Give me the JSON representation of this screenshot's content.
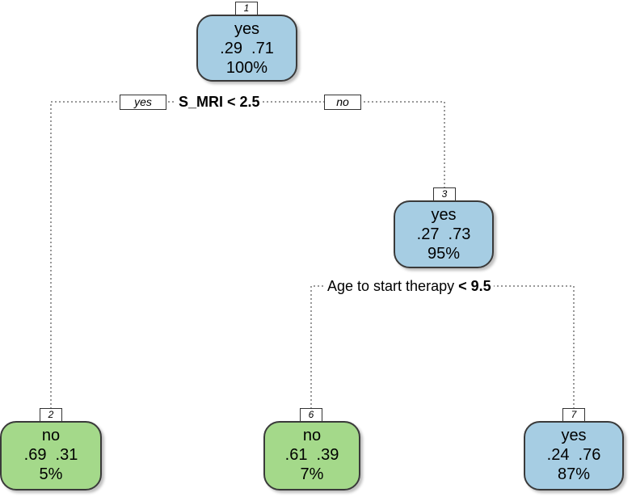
{
  "nodes": {
    "n1": {
      "id": "1",
      "label": "yes",
      "probs": ".29  .71",
      "pct": "100%",
      "color": "#a6cde3"
    },
    "n2": {
      "id": "2",
      "label": "no",
      "probs": ".69  .31",
      "pct": "5%",
      "color": "#a4d98a"
    },
    "n3": {
      "id": "3",
      "label": "yes",
      "probs": ".27  .73",
      "pct": "95%",
      "color": "#a6cde3"
    },
    "n6": {
      "id": "6",
      "label": "no",
      "probs": ".61  .39",
      "pct": "7%",
      "color": "#a4d98a"
    },
    "n7": {
      "id": "7",
      "label": "yes",
      "probs": ".24  .76",
      "pct": "87%",
      "color": "#a6cde3"
    }
  },
  "splits": {
    "s1": {
      "rule": "S_MRI < 2.5",
      "yes_label": "yes",
      "no_label": "no"
    },
    "s2": {
      "var": "Age to start therapy",
      "op": " < 9.5"
    }
  }
}
